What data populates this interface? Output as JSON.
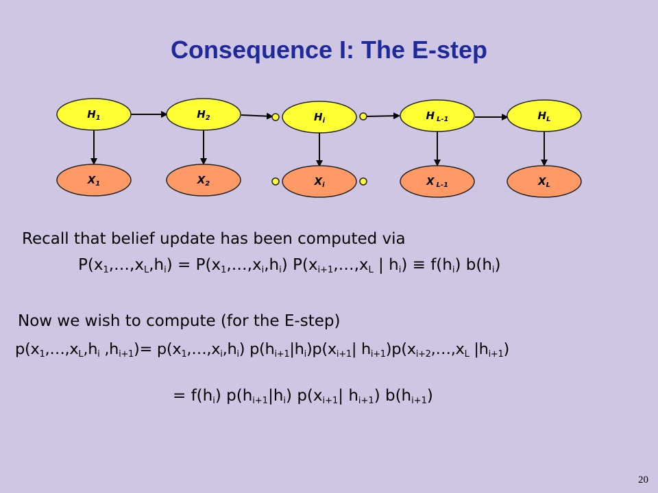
{
  "slide": {
    "title": "Consequence I: The E-step",
    "page_number": "20"
  },
  "colors": {
    "hidden_node_fill": "#ffff33",
    "observed_node_fill": "#ff9966",
    "title_color": "#1e2a9a",
    "dot_fill": "#ffff33"
  },
  "network": {
    "hidden_nodes": [
      {
        "base": "H",
        "sub": "1"
      },
      {
        "base": "H",
        "sub": "2"
      },
      {
        "base": "H",
        "sub": "i"
      },
      {
        "base": "H",
        "sub": "L-1"
      },
      {
        "base": "H",
        "sub": "L"
      }
    ],
    "observed_nodes": [
      {
        "base": "X",
        "sub": "1"
      },
      {
        "base": "X",
        "sub": "2"
      },
      {
        "base": "X",
        "sub": "i"
      },
      {
        "base": "X",
        "sub": "L-1"
      },
      {
        "base": "X",
        "sub": "L"
      }
    ]
  },
  "text": {
    "recall_intro": "Recall that belief update has been computed via",
    "recall_formula": "P(x1,…,xL,hi) = P(x1,…,xi,hi) P(xi+1,…,xL | hi) ≡ f(hi) b(hi)",
    "now_intro": "Now we wish to compute (for the E-step)",
    "estep_formula": "p(x1,…,xL,hi ,hi+1)= p(x1,…,xi,hi) p(hi+1|hi)p(xi+1| hi+1)p(xi+2,…,xL |hi+1)",
    "estep_result": "= f(hi) p(hi+1|hi) p(xi+1| hi+1) b(hi+1)"
  }
}
